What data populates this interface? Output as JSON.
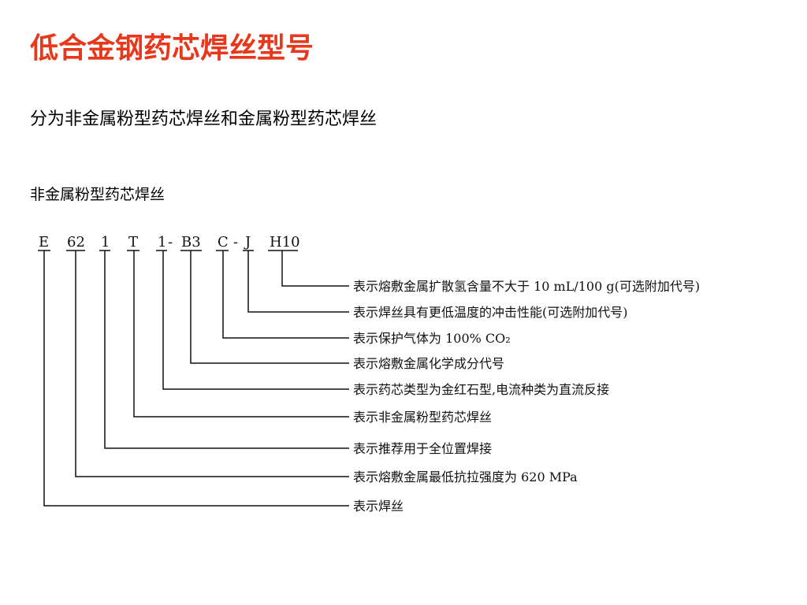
{
  "title": "低合金钢药芯焊丝型号",
  "subtitle": "分为非金属粉型药芯焊丝和金属粉型药芯焊丝",
  "section_label": "非金属粉型药芯焊丝",
  "diagram": {
    "code_parts": [
      {
        "id": "E",
        "text": "E"
      },
      {
        "id": "62",
        "text": "62"
      },
      {
        "id": "1",
        "text": "1"
      },
      {
        "id": "T",
        "text": "T"
      },
      {
        "id": "1b",
        "text": "1"
      },
      {
        "id": "dash1",
        "text": "-"
      },
      {
        "id": "B3",
        "text": "B3"
      },
      {
        "id": "C",
        "text": "C"
      },
      {
        "id": "dash2",
        "text": "-"
      },
      {
        "id": "J",
        "text": "J"
      },
      {
        "id": "H10",
        "text": "H10"
      }
    ],
    "descriptions": [
      {
        "target": "H10",
        "text": "表示熔敷金属扩散氢含量不大于 10 mL/100 g(可选附加代号)"
      },
      {
        "target": "J",
        "text": "表示焊丝具有更低温度的冲击性能(可选附加代号)"
      },
      {
        "target": "C",
        "text": "表示保护气体为 100% CO₂"
      },
      {
        "target": "B3",
        "text": "表示熔敷金属化学成分代号"
      },
      {
        "target": "1b",
        "text": "表示药芯类型为金红石型,电流种类为直流反接"
      },
      {
        "target": "T",
        "text": "表示非金属粉型药芯焊丝"
      },
      {
        "target": "1",
        "text": "表示推荐用于全位置焊接"
      },
      {
        "target": "62",
        "text": "表示熔敷金属最低抗拉强度为 620 MPa"
      },
      {
        "target": "E",
        "text": "表示焊丝"
      }
    ]
  }
}
